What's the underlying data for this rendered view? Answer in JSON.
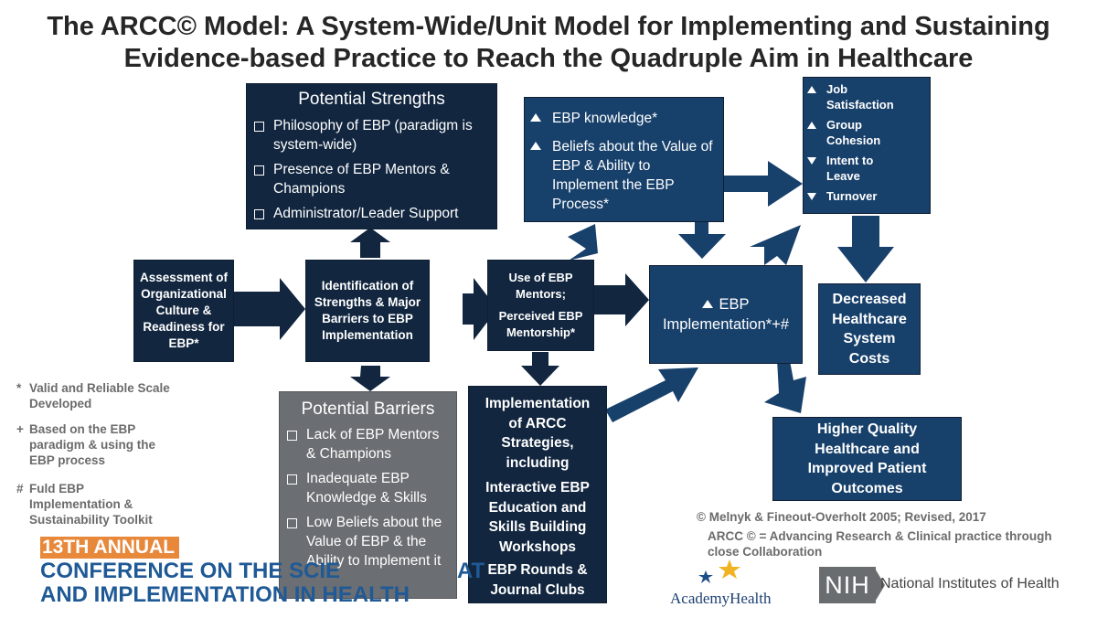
{
  "title": {
    "line1": "The ARCC© Model: A System-Wide/Unit Model for Implementing and Sustaining",
    "line2": "Evidence-based Practice to Reach the Quadruple Aim in Healthcare"
  },
  "boxes": {
    "assessment": "Assessment of Organizational Culture & Readiness for EBP*",
    "identification": "Identification of Strengths & Major Barriers to EBP Implementation",
    "mentors": {
      "line1": "Use of EBP Mentors;",
      "line2": "Perceived EBP Mentorship*"
    },
    "strengths": {
      "title": "Potential Strengths",
      "items": [
        "Philosophy of EBP (paradigm is system-wide)",
        "Presence of EBP Mentors & Champions",
        "Administrator/Leader Support"
      ]
    },
    "barriers": {
      "title": "Potential Barriers",
      "items": [
        "Lack of EBP Mentors & Champions",
        "Inadequate EBP Knowledge & Skills",
        "Low Beliefs about the Value of EBP & the Ability to Implement it"
      ]
    },
    "knowledge": {
      "items": [
        "EBP knowledge*",
        "Beliefs about the Value of EBP & Ability to Implement the EBP Process*"
      ]
    },
    "arcc_strategies": {
      "line1": "Implementation of ARCC Strategies, including",
      "line2": "Interactive EBP Education and Skills Building Workshops",
      "line3": "EBP Rounds & Journal Clubs"
    },
    "ebp_implementation": "EBP Implementation*+#",
    "outcomes_staff": {
      "items": [
        {
          "dir": "up",
          "text": "Job Satisfaction"
        },
        {
          "dir": "up",
          "text": "Group Cohesion"
        },
        {
          "dir": "down",
          "text": "Intent to Leave"
        },
        {
          "dir": "down",
          "text": "Turnover"
        }
      ]
    },
    "costs": "Decreased Healthcare System Costs",
    "quality": "Higher Quality Healthcare and Improved Patient Outcomes"
  },
  "notes": [
    {
      "mark": "*",
      "text": "Valid and Reliable Scale Developed"
    },
    {
      "mark": "+",
      "text": "Based on the EBP paradigm & using the EBP process"
    },
    {
      "mark": "#",
      "text": "Fuld EBP Implementation & Sustainability Toolkit"
    }
  ],
  "copyright": {
    "line1": "© Melnyk & Fineout-Overholt 2005; Revised, 2017",
    "line2": "ARCC © = Advancing Research & Clinical practice through close Collaboration"
  },
  "footer": {
    "annual": "13TH ANNUAL",
    "conf1": "CONFERENCE ON THE SCIE",
    "conf1b": "AT",
    "conf2": "AND IMPLEMENTATION IN HEALTH",
    "academy": "AcademyHealth",
    "nih_badge": "NIH",
    "nih_name": "National Institutes of Health"
  },
  "colors": {
    "dark_box": "#12263f",
    "mid_box": "#17406b",
    "grey_box": "#6b6e72",
    "orange": "#e8883a",
    "conference_blue": "#1f5a96"
  }
}
